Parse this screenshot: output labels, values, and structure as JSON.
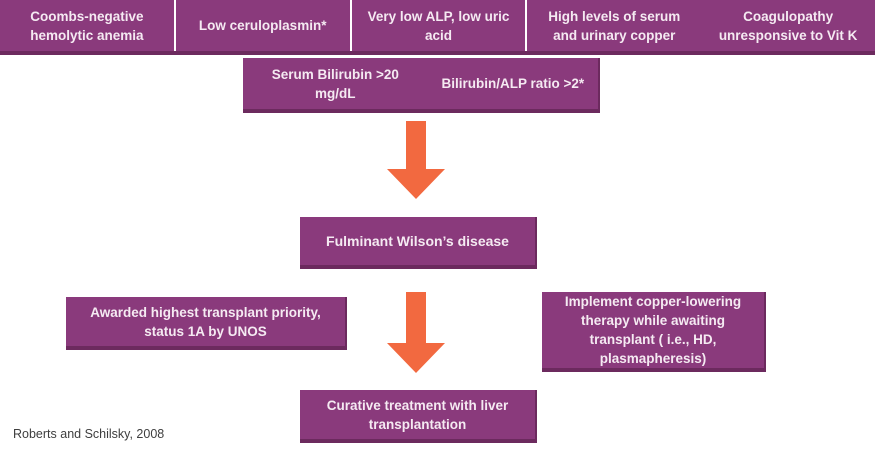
{
  "colors": {
    "box_purple": "#8A3A7C",
    "box_border": "#6C2A5E",
    "divider_white": "#FFFFFF",
    "arrow_orange": "#F26940",
    "box_text": "#F5EAF2",
    "citation_text": "#3E3E3E"
  },
  "top_row": [
    {
      "lines": [
        "Coombs-negative",
        "hemolytic anemia"
      ]
    },
    {
      "lines": [
        "Low ceruloplasmin*"
      ]
    },
    {
      "lines": [
        "Very low ALP, low uric",
        "acid"
      ]
    },
    {
      "lines": [
        "High levels of serum",
        "and urinary copper"
      ]
    },
    {
      "lines": [
        "Coagulopathy",
        "unresponsive to Vit K"
      ]
    }
  ],
  "criteria": {
    "bilirubin_lines": [
      "Serum Bilirubin >20",
      "mg/dL"
    ],
    "ratio": "Bilirubin/ALP ratio >2*"
  },
  "diagnosis": {
    "label": "Fulminant Wilson’s disease"
  },
  "transplant_priority": {
    "lines": [
      "Awarded highest transplant priority,",
      "status 1A by UNOS"
    ]
  },
  "copper_lowering": {
    "lines": [
      "Implement copper-lowering",
      "therapy while awaiting",
      "transplant ( i.e., HD,",
      "plasmapheresis)"
    ]
  },
  "curative": {
    "lines": [
      "Curative treatment with liver",
      "transplantation"
    ]
  },
  "citation": "Roberts and Schilsky, 2008"
}
